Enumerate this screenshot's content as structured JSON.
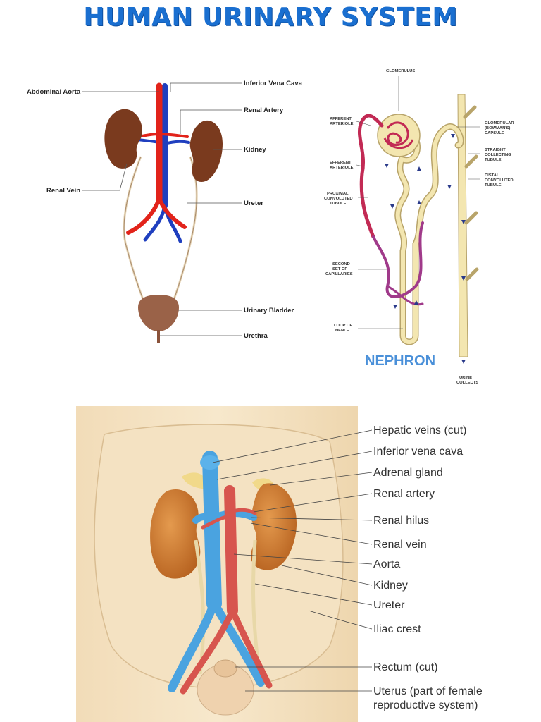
{
  "title": "Human Urinary System",
  "diagram1": {
    "labels": {
      "abdominal_aorta": "Abdominal Aorta",
      "inferior_vena_cava": "Inferior Vena Cava",
      "renal_artery": "Renal Artery",
      "kidney": "Kidney",
      "renal_vein": "Renal Vein",
      "ureter": "Ureter",
      "urinary_bladder": "Urinary Bladder",
      "urethra": "Urethra"
    }
  },
  "nephron": {
    "title": "NEPHRON",
    "labels": {
      "glomerulus": "GLOMERULUS",
      "afferent_1": "AFFERENT",
      "afferent_2": "ARTERIOLE",
      "efferent_1": "EFFERENT",
      "efferent_2": "ARTERIOLE",
      "proximal_1": "PROXIMAL",
      "proximal_2": "CONVOLUTED",
      "proximal_3": "TUBULE",
      "second_1": "SECOND",
      "second_2": "SET OF",
      "second_3": "CAPILLARIES",
      "loop_1": "LOOP OF",
      "loop_2": "HENLE",
      "glom_caps_1": "GLOMERULAR",
      "glom_caps_2": "(BOWMAN'S)",
      "glom_caps_3": "CAPSULE",
      "straight_1": "STRAIGHT",
      "straight_2": "COLLECTING",
      "straight_3": "TUBULE",
      "distal_1": "DISTAL",
      "distal_2": "CONVOLUTED",
      "distal_3": "TUBULE",
      "urine_1": "URINE",
      "urine_2": "COLLECTS"
    }
  },
  "diagram3": {
    "labels": {
      "hepatic_veins": "Hepatic veins (cut)",
      "inferior_vena_cava": "Inferior vena cava",
      "adrenal_gland": "Adrenal gland",
      "renal_artery": "Renal artery",
      "renal_hilus": "Renal hilus",
      "renal_vein": "Renal vein",
      "aorta": "Aorta",
      "kidney": "Kidney",
      "ureter": "Ureter",
      "iliac_crest": "Iliac crest",
      "rectum": "Rectum (cut)",
      "uterus_1": "Uterus (part of female",
      "uterus_2": "reproductive system)"
    }
  },
  "colors": {
    "title": "#1a6fd0",
    "artery": "#e2231a",
    "vein": "#1f3fbf",
    "kidney": "#7a3a1e",
    "bladder": "#9a6248",
    "nephron_tubule": "#f3e6b0",
    "capillary": "#c22a54"
  }
}
